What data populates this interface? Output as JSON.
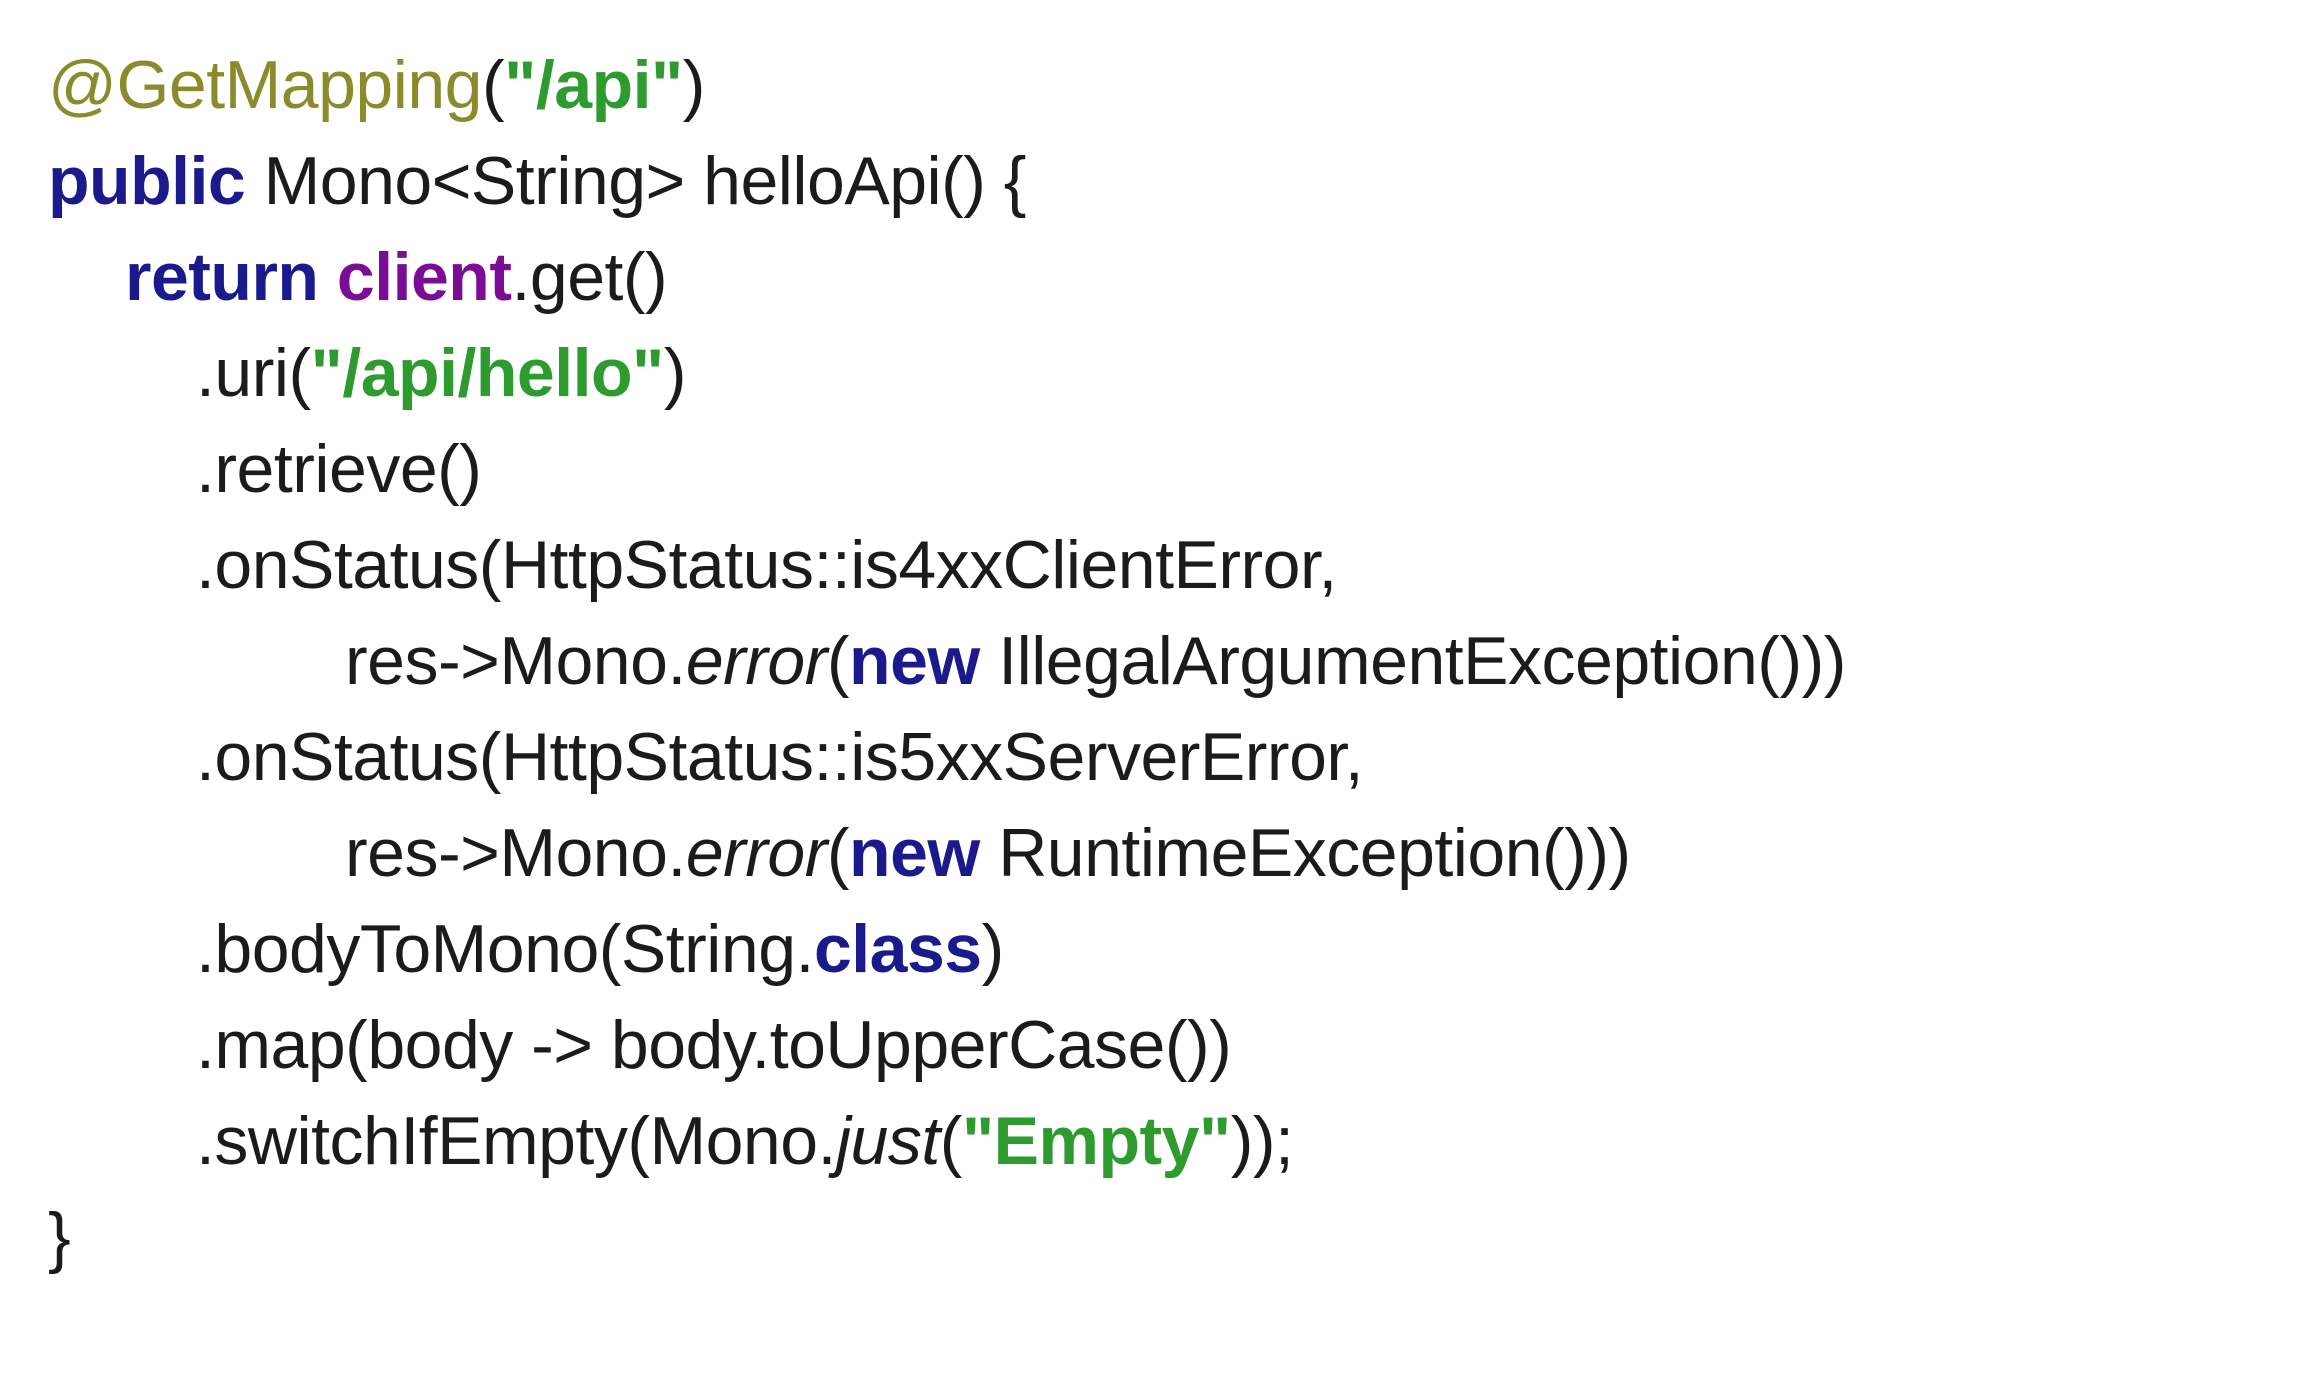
{
  "page": {
    "background": "#ffffff",
    "kind": "code-snippet",
    "language": "java"
  },
  "colors": {
    "plain": "#1b1b1b",
    "annotation": "#8b8b2b",
    "string": "#2e9b2e",
    "keyword": "#1a1a8c",
    "field": "#7a0c96"
  },
  "code": {
    "lines": [
      {
        "indent": 0,
        "tokens": [
          {
            "text": "@GetMapping",
            "style": "annotation"
          },
          {
            "text": "(",
            "style": "plain"
          },
          {
            "text": "\"/api\"",
            "style": "string"
          },
          {
            "text": ")",
            "style": "plain"
          }
        ]
      },
      {
        "indent": 0,
        "tokens": [
          {
            "text": "public",
            "style": "keyword"
          },
          {
            "text": " Mono<String> helloApi() {",
            "style": "plain"
          }
        ]
      },
      {
        "indent": 1,
        "tokens": [
          {
            "text": "return",
            "style": "keyword"
          },
          {
            "text": " ",
            "style": "plain"
          },
          {
            "text": "client",
            "style": "field"
          },
          {
            "text": ".get()",
            "style": "plain"
          }
        ]
      },
      {
        "indent": 2,
        "tokens": [
          {
            "text": ".uri(",
            "style": "plain"
          },
          {
            "text": "\"/api/hello\"",
            "style": "string"
          },
          {
            "text": ")",
            "style": "plain"
          }
        ]
      },
      {
        "indent": 2,
        "tokens": [
          {
            "text": ".retrieve()",
            "style": "plain"
          }
        ]
      },
      {
        "indent": 2,
        "tokens": [
          {
            "text": ".onStatus(HttpStatus::is4xxClientError,",
            "style": "plain"
          }
        ]
      },
      {
        "indent": 3,
        "tokens": [
          {
            "text": "res->Mono.",
            "style": "plain"
          },
          {
            "text": "error",
            "style": "italic"
          },
          {
            "text": "(",
            "style": "plain"
          },
          {
            "text": "new",
            "style": "keyword"
          },
          {
            "text": " IllegalArgumentException()))",
            "style": "plain"
          }
        ]
      },
      {
        "indent": 2,
        "tokens": [
          {
            "text": ".onStatus(HttpStatus::is5xxServerError,",
            "style": "plain"
          }
        ]
      },
      {
        "indent": 3,
        "tokens": [
          {
            "text": "res->Mono.",
            "style": "plain"
          },
          {
            "text": "error",
            "style": "italic"
          },
          {
            "text": "(",
            "style": "plain"
          },
          {
            "text": "new",
            "style": "keyword"
          },
          {
            "text": " RuntimeException()))",
            "style": "plain"
          }
        ]
      },
      {
        "indent": 2,
        "tokens": [
          {
            "text": ".bodyToMono(String.",
            "style": "plain"
          },
          {
            "text": "class",
            "style": "keyword"
          },
          {
            "text": ")",
            "style": "plain"
          }
        ]
      },
      {
        "indent": 2,
        "tokens": [
          {
            "text": ".map(body -> body.toUpperCase())",
            "style": "plain"
          }
        ]
      },
      {
        "indent": 2,
        "tokens": [
          {
            "text": ".switchIfEmpty(Mono.",
            "style": "plain"
          },
          {
            "text": "just",
            "style": "italic"
          },
          {
            "text": "(",
            "style": "plain"
          },
          {
            "text": "\"Empty\"",
            "style": "string"
          },
          {
            "text": "));",
            "style": "plain"
          }
        ]
      },
      {
        "indent": 0,
        "tokens": [
          {
            "text": "}",
            "style": "plain"
          }
        ]
      }
    ]
  }
}
